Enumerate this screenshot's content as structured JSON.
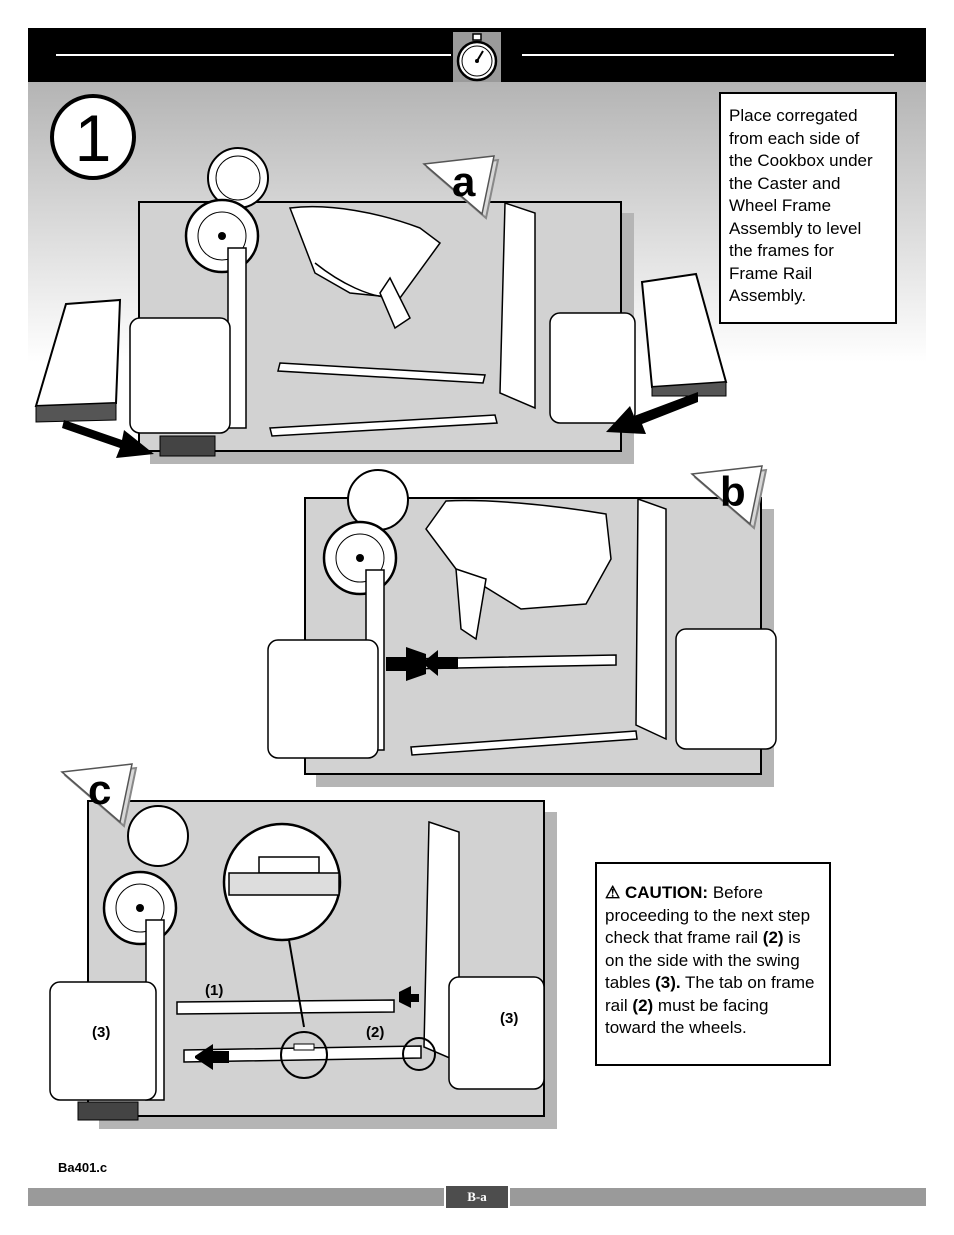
{
  "step": {
    "number": "1"
  },
  "panels": {
    "a": "a",
    "b": "b",
    "c": "c"
  },
  "note": {
    "text": "Place corregated from each side of the Cookbox under the Caster and Wheel Frame Assembly to level the frames for Frame Rail Assembly."
  },
  "caution": {
    "symbol": "⚠",
    "label": "CAUTION:",
    "t1": " Before proceeding to the next step check that frame rail ",
    "b1": "(2)",
    "t2": " is on the side with the swing tables ",
    "b2": "(3).",
    "t3": " The tab on frame rail ",
    "b3": "(2)",
    "t4": " must be facing toward the wheels."
  },
  "callouts": {
    "c1": "(1)",
    "c2": "(2)",
    "c3_left": "(3)",
    "c3_right": "(3)"
  },
  "footer": {
    "code": "Ba401.c",
    "page": "B-a"
  }
}
